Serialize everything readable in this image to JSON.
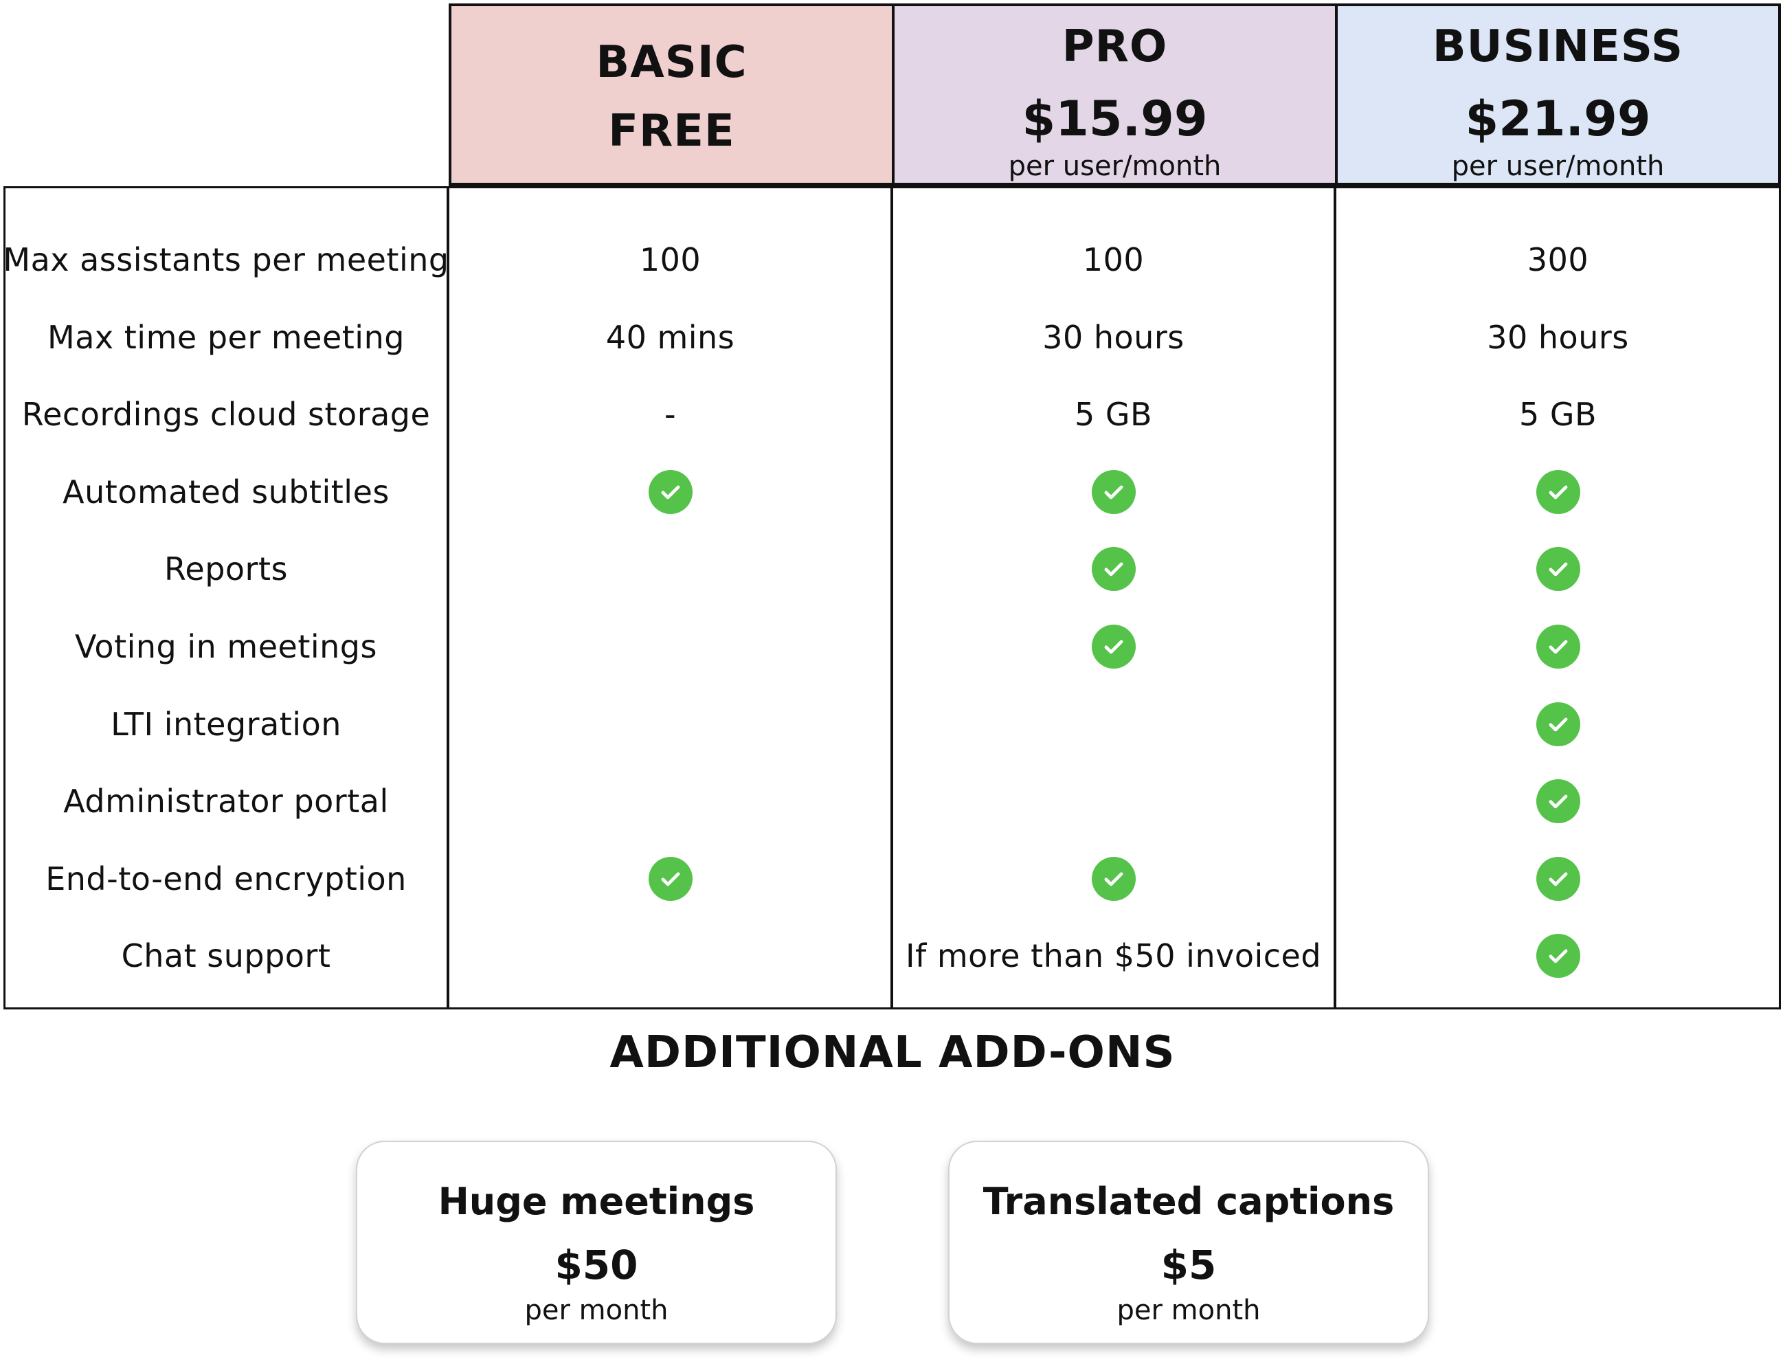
{
  "colors": {
    "basic_header_bg": "#f0cfcf",
    "pro_header_bg": "#e3d7e7",
    "business_header_bg": "#dce6f6",
    "check_green": "#55c24a",
    "text": "#111111"
  },
  "plans": {
    "basic": {
      "name": "BASIC",
      "price": "FREE",
      "period": ""
    },
    "pro": {
      "name": "PRO",
      "price": "$15.99",
      "period": "per user/month"
    },
    "business": {
      "name": "BUSINESS",
      "price": "$21.99",
      "period": "per user/month"
    }
  },
  "features": [
    {
      "label": "Max assistants per meeting",
      "basic": "100",
      "pro": "100",
      "business": "300"
    },
    {
      "label": "Max time per meeting",
      "basic": "40 mins",
      "pro": "30 hours",
      "business": "30 hours"
    },
    {
      "label": "Recordings cloud storage",
      "basic": "-",
      "pro": "5 GB",
      "business": "5 GB"
    },
    {
      "label": "Automated subtitles",
      "basic": "check-icon",
      "pro": "check-icon",
      "business": "check-icon"
    },
    {
      "label": "Reports",
      "basic": "",
      "pro": "check-icon",
      "business": "check-icon"
    },
    {
      "label": "Voting in meetings",
      "basic": "",
      "pro": "check-icon",
      "business": "check-icon"
    },
    {
      "label": "LTI integration",
      "basic": "",
      "pro": "",
      "business": "check-icon"
    },
    {
      "label": "Administrator portal",
      "basic": "",
      "pro": "",
      "business": "check-icon"
    },
    {
      "label": "End-to-end encryption",
      "basic": "check-icon",
      "pro": "check-icon",
      "business": "check-icon"
    },
    {
      "label": "Chat support",
      "basic": "",
      "pro": "If more than $50 invoiced",
      "business": "check-icon"
    }
  ],
  "addons": {
    "title": "ADDITIONAL ADD-ONS",
    "items": [
      {
        "name": "Huge meetings",
        "price": "$50",
        "period": "per month"
      },
      {
        "name": "Translated captions",
        "price": "$5",
        "period": "per month"
      }
    ]
  }
}
